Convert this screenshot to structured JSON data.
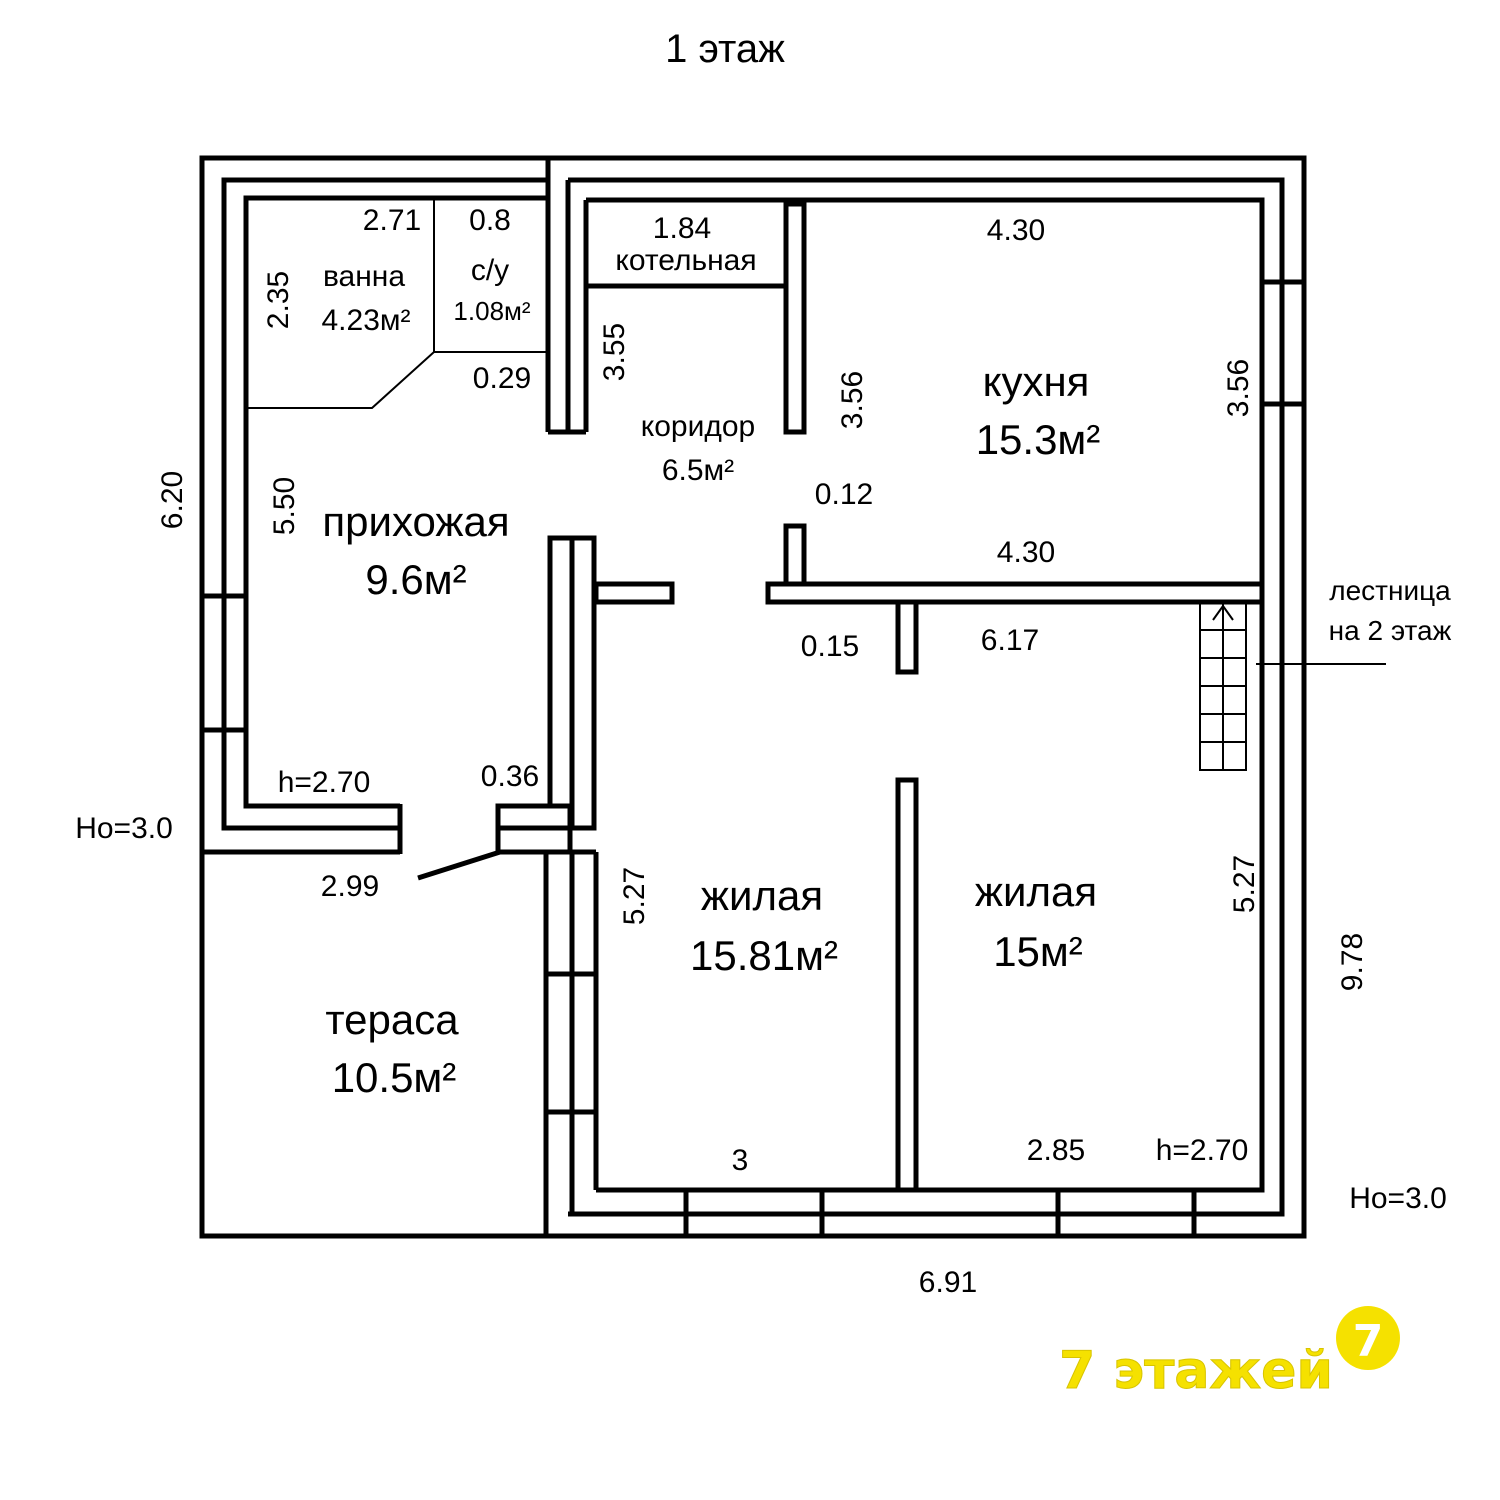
{
  "title": "1 этаж",
  "rooms": {
    "bath_name": "ванна",
    "bath_area": "4.23м²",
    "wc_name": "с/у",
    "wc_area": "1.08м²",
    "boiler_name": "котельная",
    "corridor_name": "коридор",
    "corridor_area": "6.5м²",
    "hall_name": "прихожая",
    "hall_area": "9.6м²",
    "kitchen_name": "кухня",
    "kitchen_area": "15.3м²",
    "living1_name": "жилая",
    "living1_area": "15.81м²",
    "living2_name": "жилая",
    "living2_area": "15м²",
    "terrace_name": "тераса",
    "terrace_area": "10.5м²"
  },
  "dimensions": {
    "bath_width": "2.71",
    "wc_width": "0.8",
    "bath_height": "2.35",
    "wc_door": "0.29",
    "boiler_width": "1.84",
    "corridor_height": "3.55",
    "kitchen_width_top": "4.30",
    "kitchen_left_height": "3.56",
    "kitchen_right_height": "3.56",
    "partition_gap": "0.12",
    "kitchen_width_bottom": "4.30",
    "hall_height": "5.50",
    "left_outer_height": "6.20",
    "partition_gap2": "0.15",
    "living_top_width": "6.17",
    "hall_ceiling": "h=2.70",
    "hall_door": "0.36",
    "terrace_width": "2.99",
    "living1_height": "5.27",
    "living2_height": "5.27",
    "living1_width": "3",
    "living2_width": "2.85",
    "living_ceiling": "h=2.70",
    "right_outer_height": "9.78",
    "bottom_outer_width": "6.91",
    "ho_left": "Hо=3.0",
    "ho_right": "Hо=3.0"
  },
  "stairs_label_line1": "лестница",
  "stairs_label_line2": "на 2 этаж",
  "logo": {
    "text": "7 этажей",
    "badge": "7",
    "color": "#f5e100"
  }
}
